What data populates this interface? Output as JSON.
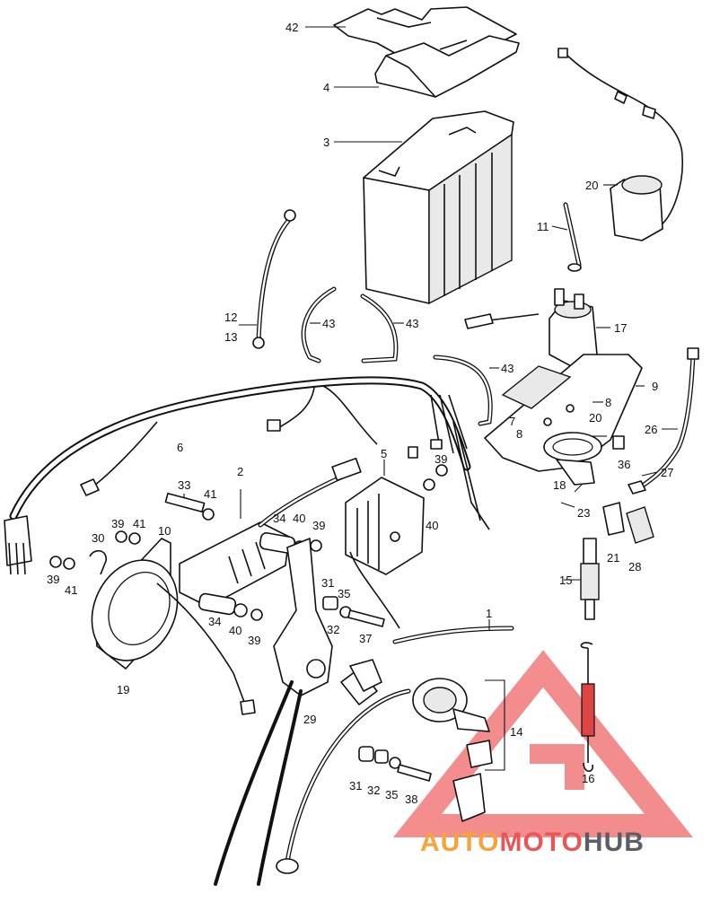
{
  "diagram": {
    "callouts": [
      {
        "id": "c42",
        "label": "42"
      },
      {
        "id": "c4",
        "label": "4"
      },
      {
        "id": "c3",
        "label": "3"
      },
      {
        "id": "c20a",
        "label": "20"
      },
      {
        "id": "c11",
        "label": "11"
      },
      {
        "id": "c12",
        "label": "12"
      },
      {
        "id": "c13",
        "label": "13"
      },
      {
        "id": "c43a",
        "label": "43"
      },
      {
        "id": "c43b",
        "label": "43"
      },
      {
        "id": "c43c",
        "label": "43"
      },
      {
        "id": "c17",
        "label": "17"
      },
      {
        "id": "c9",
        "label": "9"
      },
      {
        "id": "c8a",
        "label": "8"
      },
      {
        "id": "c7",
        "label": "7"
      },
      {
        "id": "c20b",
        "label": "20"
      },
      {
        "id": "c8b",
        "label": "8"
      },
      {
        "id": "c6",
        "label": "6"
      },
      {
        "id": "c5",
        "label": "5"
      },
      {
        "id": "c39a",
        "label": "39"
      },
      {
        "id": "c26",
        "label": "26"
      },
      {
        "id": "c36",
        "label": "36"
      },
      {
        "id": "c27",
        "label": "27"
      },
      {
        "id": "c18",
        "label": "18"
      },
      {
        "id": "c23",
        "label": "23"
      },
      {
        "id": "c33",
        "label": "33"
      },
      {
        "id": "c41a",
        "label": "41"
      },
      {
        "id": "c2",
        "label": "2"
      },
      {
        "id": "c39b",
        "label": "39"
      },
      {
        "id": "c41b",
        "label": "41"
      },
      {
        "id": "c10",
        "label": "10"
      },
      {
        "id": "c30",
        "label": "30"
      },
      {
        "id": "c34a",
        "label": "34"
      },
      {
        "id": "c40a",
        "label": "40"
      },
      {
        "id": "c39c",
        "label": "39"
      },
      {
        "id": "c40b",
        "label": "40"
      },
      {
        "id": "c21",
        "label": "21"
      },
      {
        "id": "c28",
        "label": "28"
      },
      {
        "id": "c39d",
        "label": "39"
      },
      {
        "id": "c41c",
        "label": "41"
      },
      {
        "id": "c15",
        "label": "15"
      },
      {
        "id": "c31a",
        "label": "31"
      },
      {
        "id": "c35a",
        "label": "35"
      },
      {
        "id": "c32a",
        "label": "32"
      },
      {
        "id": "c34b",
        "label": "34"
      },
      {
        "id": "c40c",
        "label": "40"
      },
      {
        "id": "c39e",
        "label": "39"
      },
      {
        "id": "c37",
        "label": "37"
      },
      {
        "id": "c1",
        "label": "1"
      },
      {
        "id": "c19",
        "label": "19"
      },
      {
        "id": "c29",
        "label": "29"
      },
      {
        "id": "c14",
        "label": "14"
      },
      {
        "id": "c16",
        "label": "16"
      },
      {
        "id": "c31b",
        "label": "31"
      },
      {
        "id": "c32b",
        "label": "32"
      },
      {
        "id": "c35b",
        "label": "35"
      },
      {
        "id": "c38",
        "label": "38"
      }
    ]
  },
  "watermark": {
    "part1": "AUTO",
    "part2": "MOTO",
    "part3": "HUB",
    "color_orange": "#f7a23b",
    "color_red": "#e85656",
    "color_gray": "#5a5f66"
  }
}
